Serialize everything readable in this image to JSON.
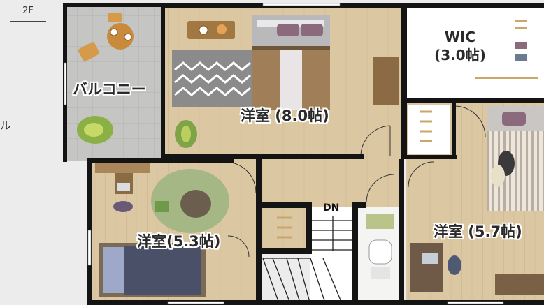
{
  "floor": {
    "label": "2F"
  },
  "stray_glyph": "ル",
  "rooms": {
    "balcony": {
      "name": "バルコニー"
    },
    "bedroom_main": {
      "name": "洋室 (8.0帖)"
    },
    "wic": {
      "line1": "WIC",
      "line2": "(3.0帖)"
    },
    "bedroom_right": {
      "name": "洋室 (5.7帖)"
    },
    "bedroom_left": {
      "name": "洋室(5.3帖)"
    }
  },
  "stairs": {
    "label": "DN"
  },
  "colors": {
    "wall": "#141414",
    "floor_wood": "#d9c4a0",
    "balcony_floor": "#c7c7c5",
    "wic_floor": "#ffffff",
    "bed_mauve": "#8c6a7e",
    "rug_gray": "#8a8a8a",
    "rug_green": "#9bb07a",
    "rug_navy": "#4a5068"
  }
}
